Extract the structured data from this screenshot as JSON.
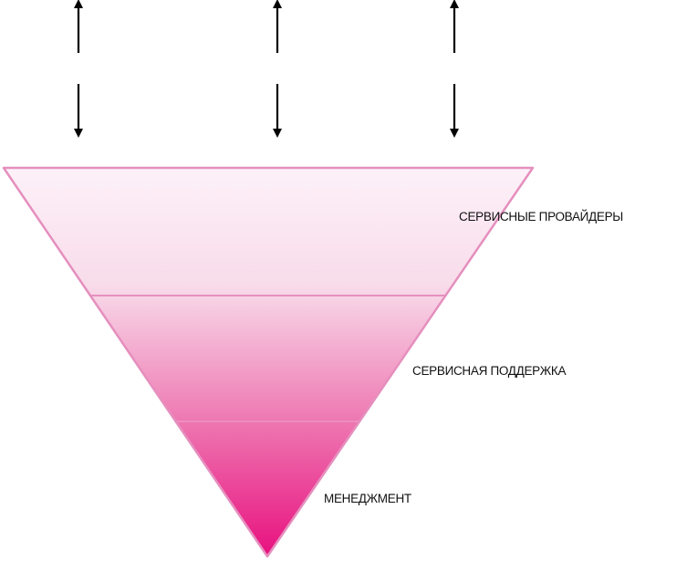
{
  "diagram": {
    "layers": [
      {
        "label": "СЕРВИСНЫЕ ПРОВАЙДЕРЫ"
      },
      {
        "label": "СЕРВИСНАЯ ПОДДЕРЖКА"
      },
      {
        "label": "МЕНЕДЖМЕНТ"
      }
    ],
    "arrow_pairs": 3,
    "colors": {
      "outline": "#e58fbe",
      "fill_top": "#fdf1f8",
      "fill_bottom": "#e8117f",
      "divider": "#e58fbe",
      "arrow": "#000000"
    }
  }
}
